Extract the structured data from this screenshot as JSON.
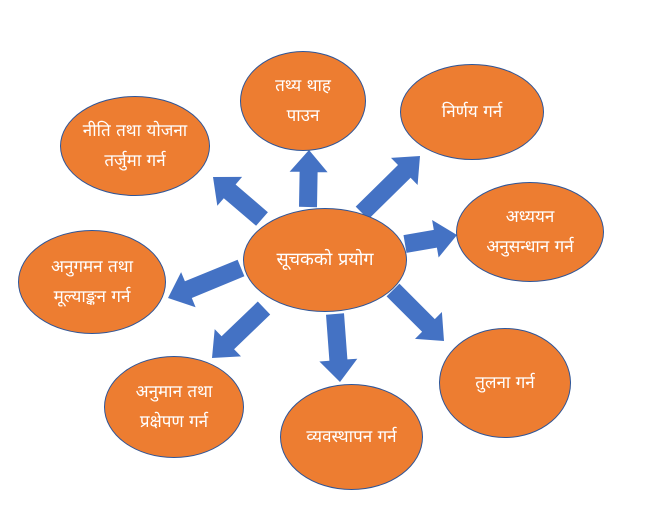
{
  "diagram": {
    "center": {
      "lines": [
        "सूचकको प्रयोग"
      ]
    },
    "nodes": [
      {
        "id": "tathya",
        "lines": [
          "तथ्य थाह",
          "पाउन"
        ]
      },
      {
        "id": "nirnay",
        "lines": [
          "निर्णय गर्न"
        ]
      },
      {
        "id": "adhyayan",
        "lines": [
          "अध्ययन",
          "अनुसन्धान गर्न"
        ]
      },
      {
        "id": "tulana",
        "lines": [
          "तुलना गर्न"
        ]
      },
      {
        "id": "vyavasthapan",
        "lines": [
          "व्यवस्थापन गर्न"
        ]
      },
      {
        "id": "anuman",
        "lines": [
          "अनुमान तथा",
          "प्रक्षेपण गर्न"
        ]
      },
      {
        "id": "anugaman",
        "lines": [
          "अनुगमन तथा",
          "मूल्याङ्कन गर्न"
        ]
      },
      {
        "id": "niti",
        "lines": [
          "नीति तथा योजना",
          "तर्जुमा गर्न"
        ]
      }
    ],
    "colors": {
      "node_fill": "#ed7d31",
      "node_border": "#2f5597",
      "arrow_fill": "#4472c4",
      "text": "#ffffff"
    }
  }
}
